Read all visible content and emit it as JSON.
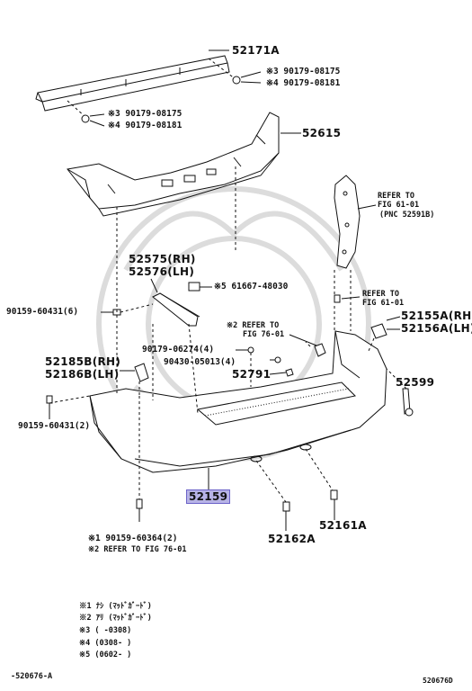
{
  "parts": {
    "p52171A": "52171A",
    "p52615": "52615",
    "p52575": "52575(RH)",
    "p52576": "52576(LH)",
    "p61667": "※5 61667-48030",
    "p60431_6": "90159-60431(6)",
    "p52185B": "52185B(RH)",
    "p52186B": "52186B(LH)",
    "p06274": "90179-06274(4)",
    "p05013": "90430-05013(4)",
    "p52791": "52791",
    "p60431_2": "90159-60431(2)",
    "p52155A": "52155A(RH)",
    "p52156A": "52156A(LH)",
    "p52599": "52599",
    "p52159": "52159",
    "p52162A": "52162A",
    "p52161A": "52161A"
  },
  "callouts": {
    "top_3": "※3 90179-08175",
    "top_4": "※4 90179-08181",
    "mid_3": "※3 90179-08175",
    "mid_4": "※4 90179-08181",
    "bot_1": "※1 90159-60364(2)",
    "bot_2": "※2 REFER TO FIG 76-01"
  },
  "refs": {
    "ref1_a": "REFER TO",
    "ref1_b": "FIG 61-01",
    "ref1_c": "(PNC 52591B)",
    "ref2_a": "REFER TO",
    "ref2_b": "FIG 61-01",
    "ref3_a": "※2 REFER TO",
    "ref3_b": "FIG 76-01"
  },
  "legend": [
    "※1 ﾅｼ (ﾏｯﾄﾞｶﾞｰﾄﾞ)",
    "※2 ｱﾘ (ﾏｯﾄﾞｶﾞｰﾄﾞ)",
    "※3 (      -0308)",
    "※4 (0308-       )",
    "※5 (0602-       )"
  ],
  "footer": {
    "left_code": "-520676-A",
    "right_code": "520676D"
  },
  "colors": {
    "line": "#111111",
    "highlight_fill": "#b7b3e6",
    "highlight_border": "#6c63c8",
    "watermark": "#d8d8d8"
  }
}
